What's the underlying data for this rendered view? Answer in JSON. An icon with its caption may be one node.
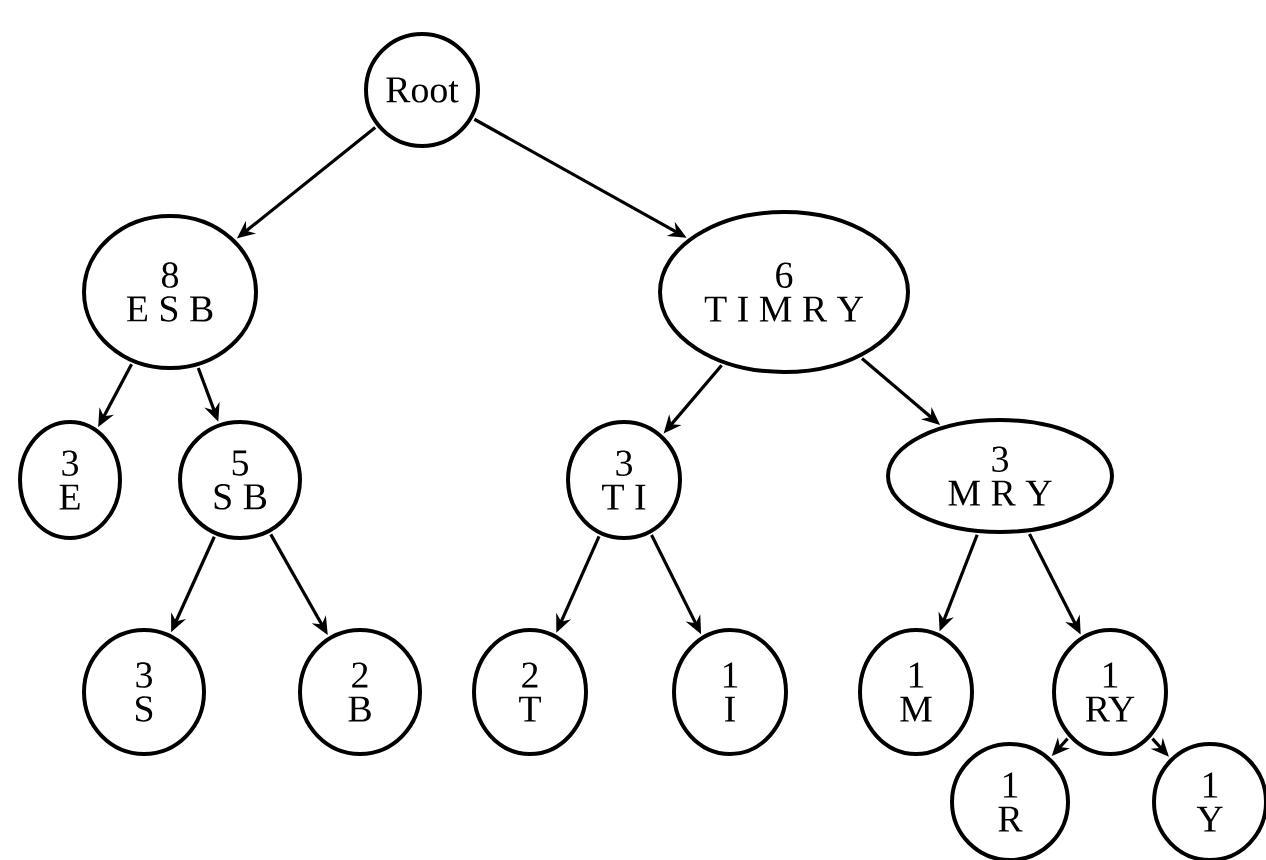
{
  "diagram": {
    "nodes": [
      {
        "text": [
          "Root"
        ]
      },
      {
        "text": [
          "8",
          "E S B"
        ]
      },
      {
        "text": [
          "6",
          "T I M R Y"
        ]
      },
      {
        "text": [
          "3",
          "E"
        ]
      },
      {
        "text": [
          "5",
          "S B"
        ]
      },
      {
        "text": [
          "3",
          "T I"
        ]
      },
      {
        "text": [
          "3",
          "M R Y"
        ]
      },
      {
        "text": [
          "3",
          "S"
        ]
      },
      {
        "text": [
          "2",
          "B"
        ]
      },
      {
        "text": [
          "2",
          "T"
        ]
      },
      {
        "text": [
          "1",
          "I"
        ]
      },
      {
        "text": [
          "1",
          "M"
        ]
      },
      {
        "text": [
          "1",
          "RY"
        ]
      },
      {
        "text": [
          "1",
          "R"
        ]
      },
      {
        "text": [
          "1",
          "Y"
        ]
      }
    ],
    "edges": [
      {
        "from": 0,
        "to": 1,
        "arrow": "to"
      },
      {
        "from": 0,
        "to": 2,
        "arrow": "to"
      },
      {
        "from": 1,
        "to": 3,
        "arrow": "to"
      },
      {
        "from": 1,
        "to": 4,
        "arrow": "to"
      },
      {
        "from": 2,
        "to": 5,
        "arrow": "to"
      },
      {
        "from": 2,
        "to": 6,
        "arrow": "to"
      },
      {
        "from": 4,
        "to": 7,
        "arrow": "to"
      },
      {
        "from": 4,
        "to": 8,
        "arrow": "to"
      },
      {
        "from": 5,
        "to": 9,
        "arrow": "to"
      },
      {
        "from": 5,
        "to": 10,
        "arrow": "to"
      },
      {
        "from": 6,
        "to": 11,
        "arrow": "to"
      },
      {
        "from": 6,
        "to": 12,
        "arrow": "to"
      },
      {
        "from": 12,
        "to": 13,
        "arrow": "to"
      },
      {
        "from": 12,
        "to": 14,
        "arrow": "to"
      }
    ]
  }
}
